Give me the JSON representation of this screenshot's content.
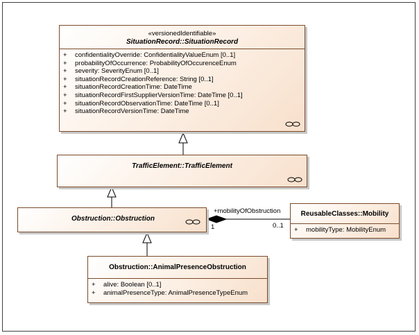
{
  "situation_record": {
    "stereotype": "«versionedIdentifiable»",
    "name": "SituationRecord::SituationRecord",
    "attributes": [
      {
        "visibility": "+",
        "text": "confidentialityOverride: ConfidentialityValueEnum [0..1]"
      },
      {
        "visibility": "+",
        "text": "probabilityOfOccurrence: ProbabilityOfOccurenceEnum"
      },
      {
        "visibility": "+",
        "text": "severity: SeverityEnum [0..1]"
      },
      {
        "visibility": "+",
        "text": "situationRecordCreationReference: String [0..1]"
      },
      {
        "visibility": "+",
        "text": "situationRecordCreationTime: DateTime"
      },
      {
        "visibility": "+",
        "text": "situationRecordFirstSupplierVersionTime: DateTime [0..1]"
      },
      {
        "visibility": "+",
        "text": "situationRecordObservationTime: DateTime [0..1]"
      },
      {
        "visibility": "+",
        "text": "situationRecordVersionTime: DateTime"
      }
    ]
  },
  "traffic_element": {
    "name": "TrafficElement::TrafficElement"
  },
  "obstruction": {
    "name": "Obstruction::Obstruction"
  },
  "mobility": {
    "name": "ReusableClasses::Mobility",
    "attributes": [
      {
        "visibility": "+",
        "text": "mobilityType: MobilityEnum"
      }
    ]
  },
  "animal_presence": {
    "name": "Obstruction::AnimalPresenceObstruction",
    "attributes": [
      {
        "visibility": "+",
        "text": "alive: Boolean [0..1]"
      },
      {
        "visibility": "+",
        "text": "animalPresenceType: AnimalPresenceTypeEnum"
      }
    ]
  },
  "association": {
    "role": "+mobilityOfObstruction",
    "source_multiplicity": "1",
    "target_multiplicity": "0..1"
  }
}
